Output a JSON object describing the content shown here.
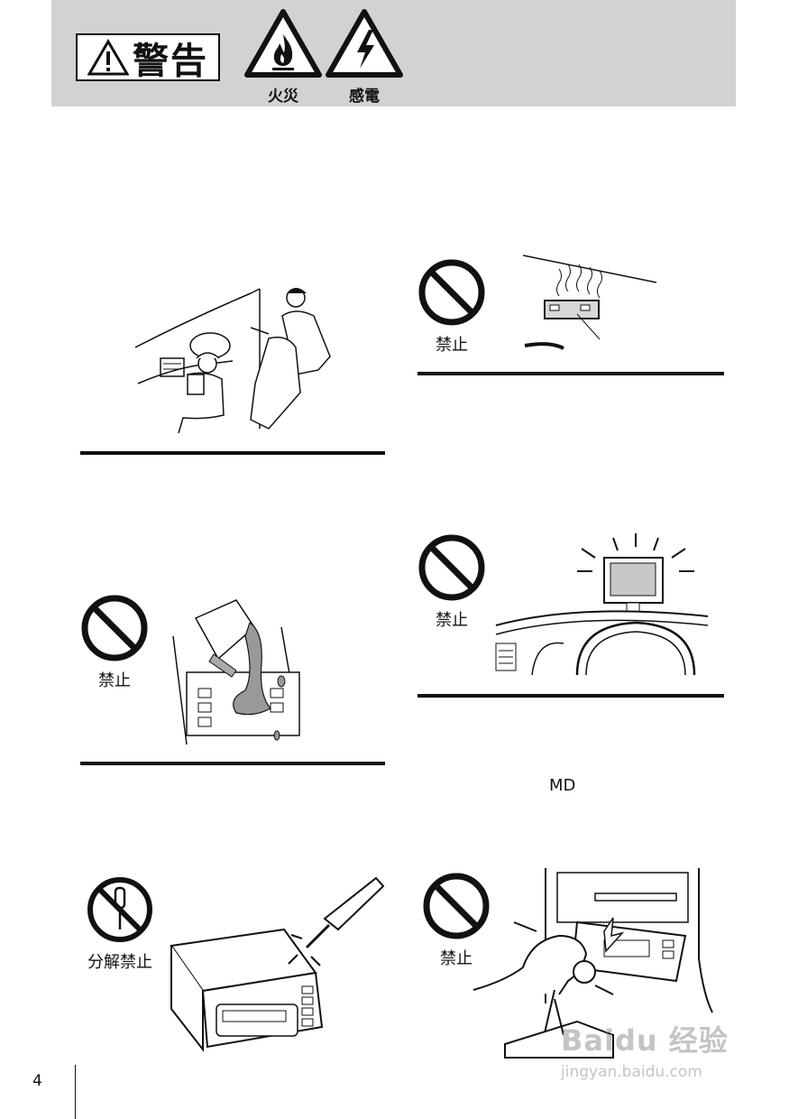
{
  "header": {
    "warning_label": "警告",
    "hazards": [
      {
        "label": "火災",
        "icon": "fire-hazard-icon"
      },
      {
        "label": "感電",
        "icon": "electric-shock-icon"
      }
    ]
  },
  "sections": {
    "prohibit_heat": "禁止",
    "prohibit_liquid": "禁止",
    "prohibit_monitor": "禁止",
    "prohibit_disassemble": "分解禁止",
    "prohibit_hand": "禁止"
  },
  "md_label": "MD",
  "page_number": "4",
  "watermark": {
    "main": "Baidu 经验",
    "sub": "jingyan.baidu.com"
  },
  "colors": {
    "header_bg": "#d2d2d2",
    "ink": "#111111",
    "watermark": "#c4c4c4"
  }
}
